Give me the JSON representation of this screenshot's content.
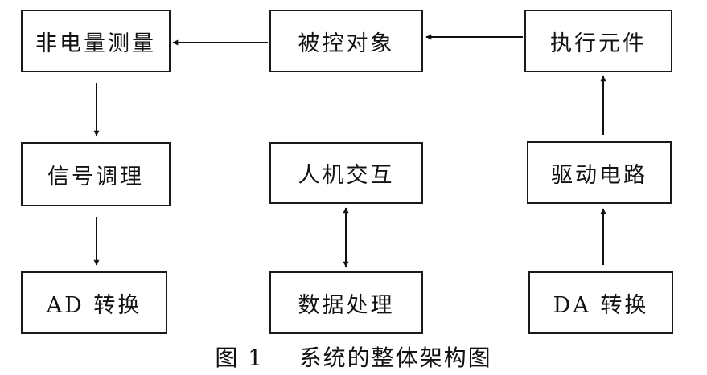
{
  "diagram": {
    "nodes": {
      "nonelectrical_measurement": "非电量测量",
      "controlled_object": "被控对象",
      "actuator": "执行元件",
      "signal_conditioning": "信号调理",
      "human_machine_interaction": "人机交互",
      "drive_circuit": "驱动电路",
      "ad_conversion": "AD 转换",
      "data_processing": "数据处理",
      "da_conversion": "DA 转换"
    },
    "edges": [
      {
        "from": "actuator",
        "to": "controlled_object",
        "direction": "one-way"
      },
      {
        "from": "controlled_object",
        "to": "nonelectrical_measurement",
        "direction": "one-way"
      },
      {
        "from": "nonelectrical_measurement",
        "to": "signal_conditioning",
        "direction": "one-way"
      },
      {
        "from": "signal_conditioning",
        "to": "ad_conversion",
        "direction": "one-way"
      },
      {
        "from": "human_machine_interaction",
        "to": "data_processing",
        "direction": "two-way"
      },
      {
        "from": "da_conversion",
        "to": "drive_circuit",
        "direction": "one-way"
      },
      {
        "from": "drive_circuit",
        "to": "actuator",
        "direction": "one-way"
      }
    ],
    "caption": "图 1    系统的整体架构图"
  }
}
